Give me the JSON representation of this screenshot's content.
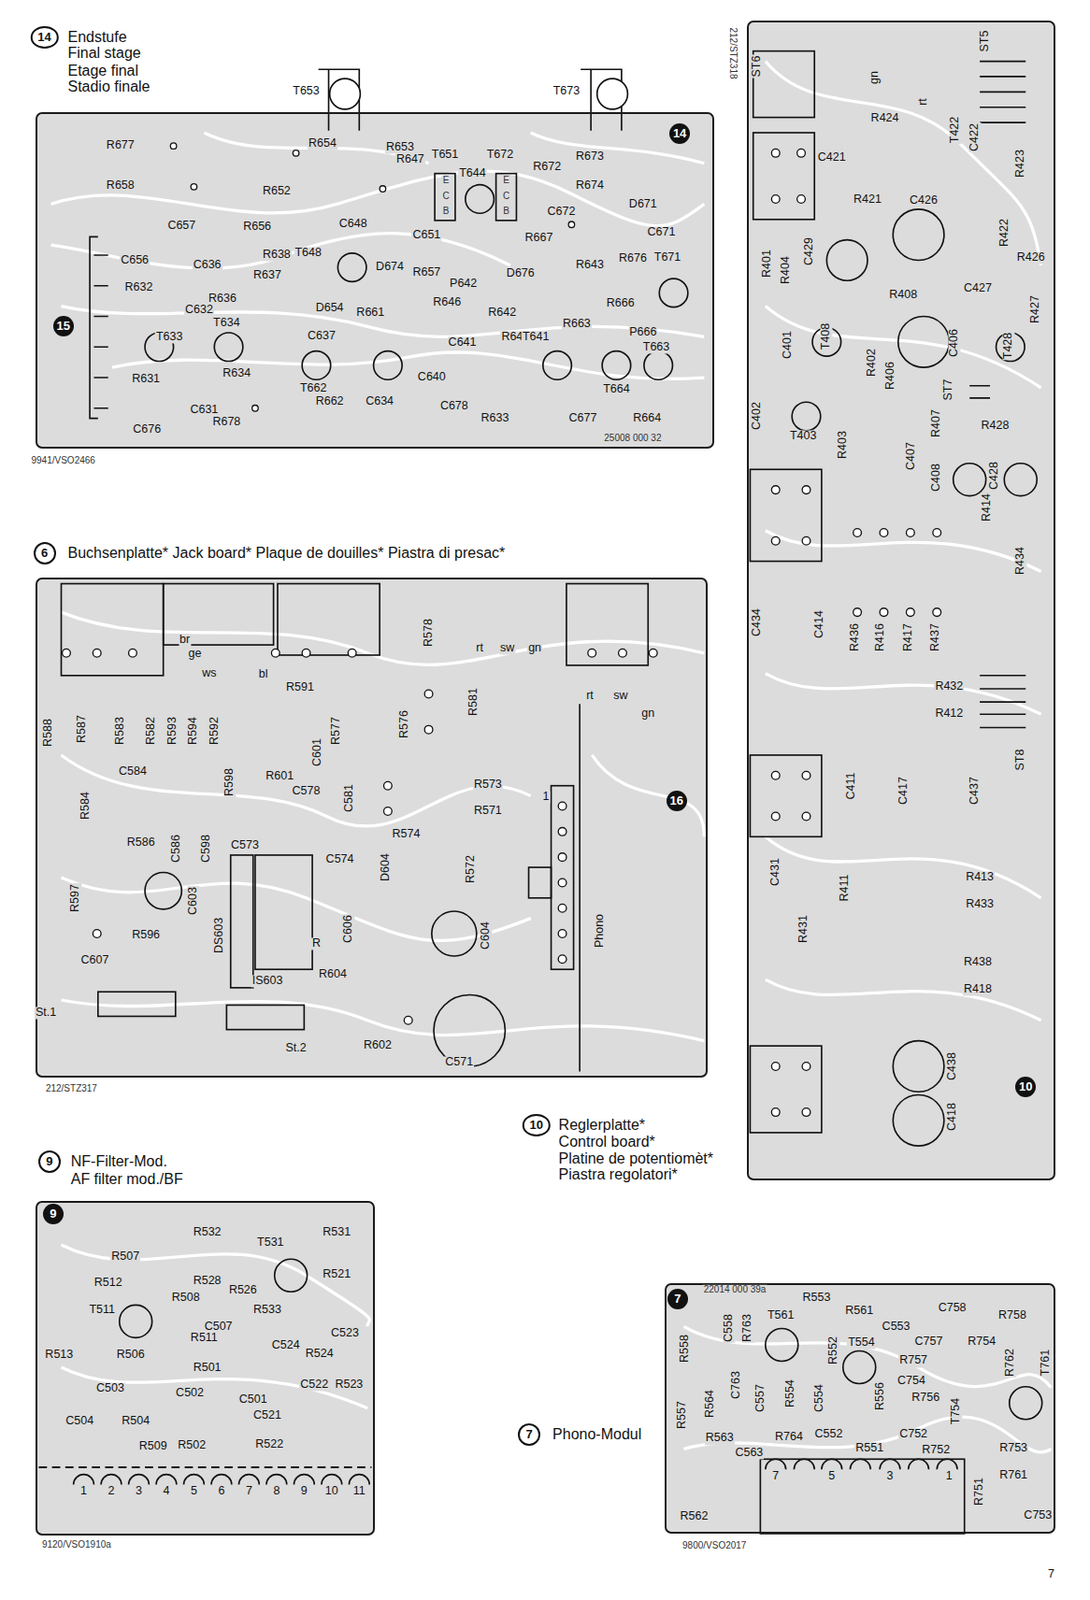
{
  "diagram": {
    "nodes": [
      {
        "text": [
          "14",
          "Endstufe",
          "Final stage",
          "Etage final",
          "Stadio finale"
        ]
      },
      {
        "text": [
          "6",
          "Buchsenplatte* Jack board* Plaque de douilles* Piastra di presac*"
        ]
      },
      {
        "text": [
          "10",
          "Reglerplatte*",
          "Control board*",
          "Platine de potentiomèt*",
          "Piastra regolatori*"
        ]
      },
      {
        "text": [
          "9",
          "NF-Filter-Mod.",
          "AF filter mod./BF"
        ]
      },
      {
        "text": [
          "7",
          "Phono-Modul"
        ]
      }
    ],
    "labels": [
      "T653",
      "T673",
      "R677",
      "R658",
      "R654",
      "R653",
      "R647",
      "T651",
      "E",
      "C",
      "B",
      "T644",
      "T672",
      "E",
      "C",
      "B",
      "R672",
      "R673",
      "R674",
      "14",
      "R652",
      "C672",
      "D671",
      "C657",
      "R656",
      "C648",
      "C651",
      "R667",
      "C671",
      "R638",
      "T648",
      "C656",
      "C636",
      "D674",
      "R657",
      "R676",
      "T671",
      "R637",
      "R643",
      "D676",
      "P642",
      "R632",
      "R636",
      "R646",
      "C632",
      "D654",
      "R661",
      "R642",
      "R666",
      "15",
      "R663",
      "T634",
      "P666",
      "T633",
      "C637",
      "C641",
      "R641",
      "T641",
      "T663",
      "R634",
      "C640",
      "R631",
      "T662",
      "T664",
      "R662",
      "C634",
      "C678",
      "C631",
      "R633",
      "C677",
      "R664",
      "R678",
      "C676",
      "25008 000 32",
      "9941/VSO2466",
      "br",
      "ge",
      "R578",
      "rt",
      "sw",
      "gn",
      "ws",
      "bl",
      "R591",
      "rt",
      "sw",
      "gn",
      "R581",
      "R588",
      "R587",
      "R583",
      "R582",
      "R593",
      "R594",
      "R592",
      "R577",
      "R576",
      "C601",
      "C584",
      "R601",
      "R598",
      "R573",
      "C578",
      "C581",
      "16",
      "1",
      "R584",
      "R571",
      "R574",
      "R586",
      "C586",
      "C598",
      "C573",
      "C574",
      "D604",
      "R572",
      "C603",
      "R597",
      "Phono",
      "C606",
      "C604",
      "R596",
      "DS603",
      "R",
      "C607",
      "R604",
      "IS603",
      "St.1",
      "R602",
      "St.2",
      "C571",
      "212/STZ317",
      "212/STZ318",
      "ST5",
      "ST6",
      "gn",
      "rt",
      "R424",
      "T422",
      "C422",
      "R423",
      "C421",
      "R421",
      "C426",
      "R422",
      "C429",
      "R426",
      "R401",
      "R404",
      "C427",
      "R408",
      "R427",
      "T408",
      "C406",
      "T428",
      "C401",
      "R402",
      "R406",
      "ST7",
      "C402",
      "R407",
      "R428",
      "T403",
      "R403",
      "C407",
      "C408",
      "C428",
      "R414",
      "R434",
      "C434",
      "C414",
      "R436",
      "R416",
      "R417",
      "R437",
      "R432",
      "R412",
      "ST8",
      "C411",
      "C417",
      "C437",
      "C431",
      "R411",
      "R413",
      "R433",
      "R431",
      "R438",
      "R418",
      "C438",
      "C418",
      "10",
      "9",
      "R532",
      "R531",
      "T531",
      "R507",
      "R528",
      "R521",
      "R512",
      "R526",
      "R508",
      "T511",
      "R533",
      "C507",
      "C523",
      "R511",
      "C524",
      "R524",
      "R513",
      "R506",
      "R501",
      "C522",
      "R523",
      "C503",
      "C502",
      "C501",
      "C521",
      "C504",
      "R504",
      "R502",
      "R509",
      "R522",
      "1",
      "2",
      "3",
      "4",
      "5",
      "6",
      "7",
      "8",
      "9",
      "10",
      "11",
      "9120/VSO1910a",
      "7",
      "22014 000 39a",
      "R553",
      "C758",
      "R561",
      "T561",
      "R758",
      "C553",
      "C558",
      "R763",
      "C757",
      "R754",
      "T554",
      "R558",
      "R552",
      "R757",
      "R762",
      "T761",
      "C754",
      "C763",
      "R554",
      "R556",
      "C557",
      "C554",
      "R756",
      "R564",
      "T754",
      "R557",
      "C552",
      "C752",
      "R764",
      "R563",
      "R551",
      "R753",
      "R752",
      "C563",
      "7",
      "5",
      "3",
      "1",
      "R761",
      "R751",
      "C753",
      "R562",
      "9800/VSO2017",
      "7"
    ]
  }
}
